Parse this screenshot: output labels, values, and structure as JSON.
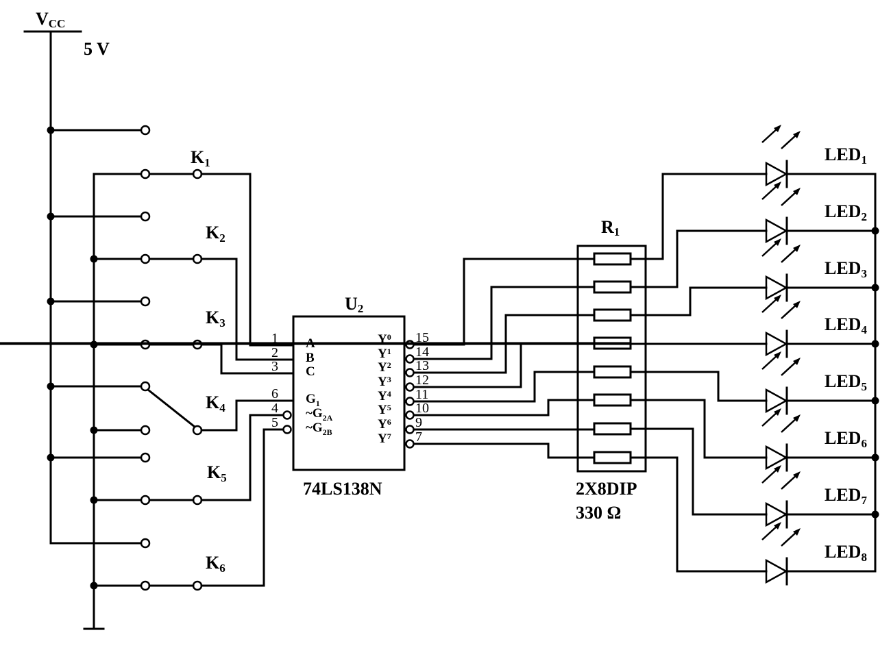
{
  "title": "74LS138 decoder LED driver circuit",
  "colors": {
    "ink": "#000000",
    "background": "#ffffff"
  },
  "power": {
    "vcc_label": "V",
    "vcc_sub": "CC",
    "voltage": "5 V"
  },
  "switches": [
    {
      "label": "K",
      "sub": "1",
      "state": "to-ground"
    },
    {
      "label": "K",
      "sub": "2",
      "state": "to-ground"
    },
    {
      "label": "K",
      "sub": "3",
      "state": "to-ground"
    },
    {
      "label": "K",
      "sub": "4",
      "state": "to-vcc"
    },
    {
      "label": "K",
      "sub": "5",
      "state": "to-ground"
    },
    {
      "label": "K",
      "sub": "6",
      "state": "to-ground"
    }
  ],
  "decoder": {
    "ref": "U",
    "ref_sub": "2",
    "part": "74LS138N",
    "inputs": [
      {
        "pin": "1",
        "name": "A",
        "sub": ""
      },
      {
        "pin": "2",
        "name": "B",
        "sub": ""
      },
      {
        "pin": "3",
        "name": "C",
        "sub": ""
      },
      {
        "pin": "6",
        "name": "G",
        "sub": "1"
      },
      {
        "pin": "4",
        "name": "~G",
        "sub": "2A"
      },
      {
        "pin": "5",
        "name": "~G",
        "sub": "2B"
      }
    ],
    "outputs": [
      {
        "pin": "15",
        "name": "Y",
        "sub": "0"
      },
      {
        "pin": "14",
        "name": "Y",
        "sub": "1"
      },
      {
        "pin": "13",
        "name": "Y",
        "sub": "2"
      },
      {
        "pin": "12",
        "name": "Y",
        "sub": "3"
      },
      {
        "pin": "11",
        "name": "Y",
        "sub": "4"
      },
      {
        "pin": "10",
        "name": "Y",
        "sub": "5"
      },
      {
        "pin": "9",
        "name": "Y",
        "sub": "6"
      },
      {
        "pin": "7",
        "name": "Y",
        "sub": "7"
      }
    ]
  },
  "resistor_pack": {
    "ref": "R",
    "ref_sub": "1",
    "package": "2X8DIP",
    "value": "330 Ω",
    "count": 8
  },
  "leds": [
    {
      "label": "LED",
      "sub": "1"
    },
    {
      "label": "LED",
      "sub": "2"
    },
    {
      "label": "LED",
      "sub": "3"
    },
    {
      "label": "LED",
      "sub": "4"
    },
    {
      "label": "LED",
      "sub": "5"
    },
    {
      "label": "LED",
      "sub": "6"
    },
    {
      "label": "LED",
      "sub": "7"
    },
    {
      "label": "LED",
      "sub": "8"
    }
  ]
}
